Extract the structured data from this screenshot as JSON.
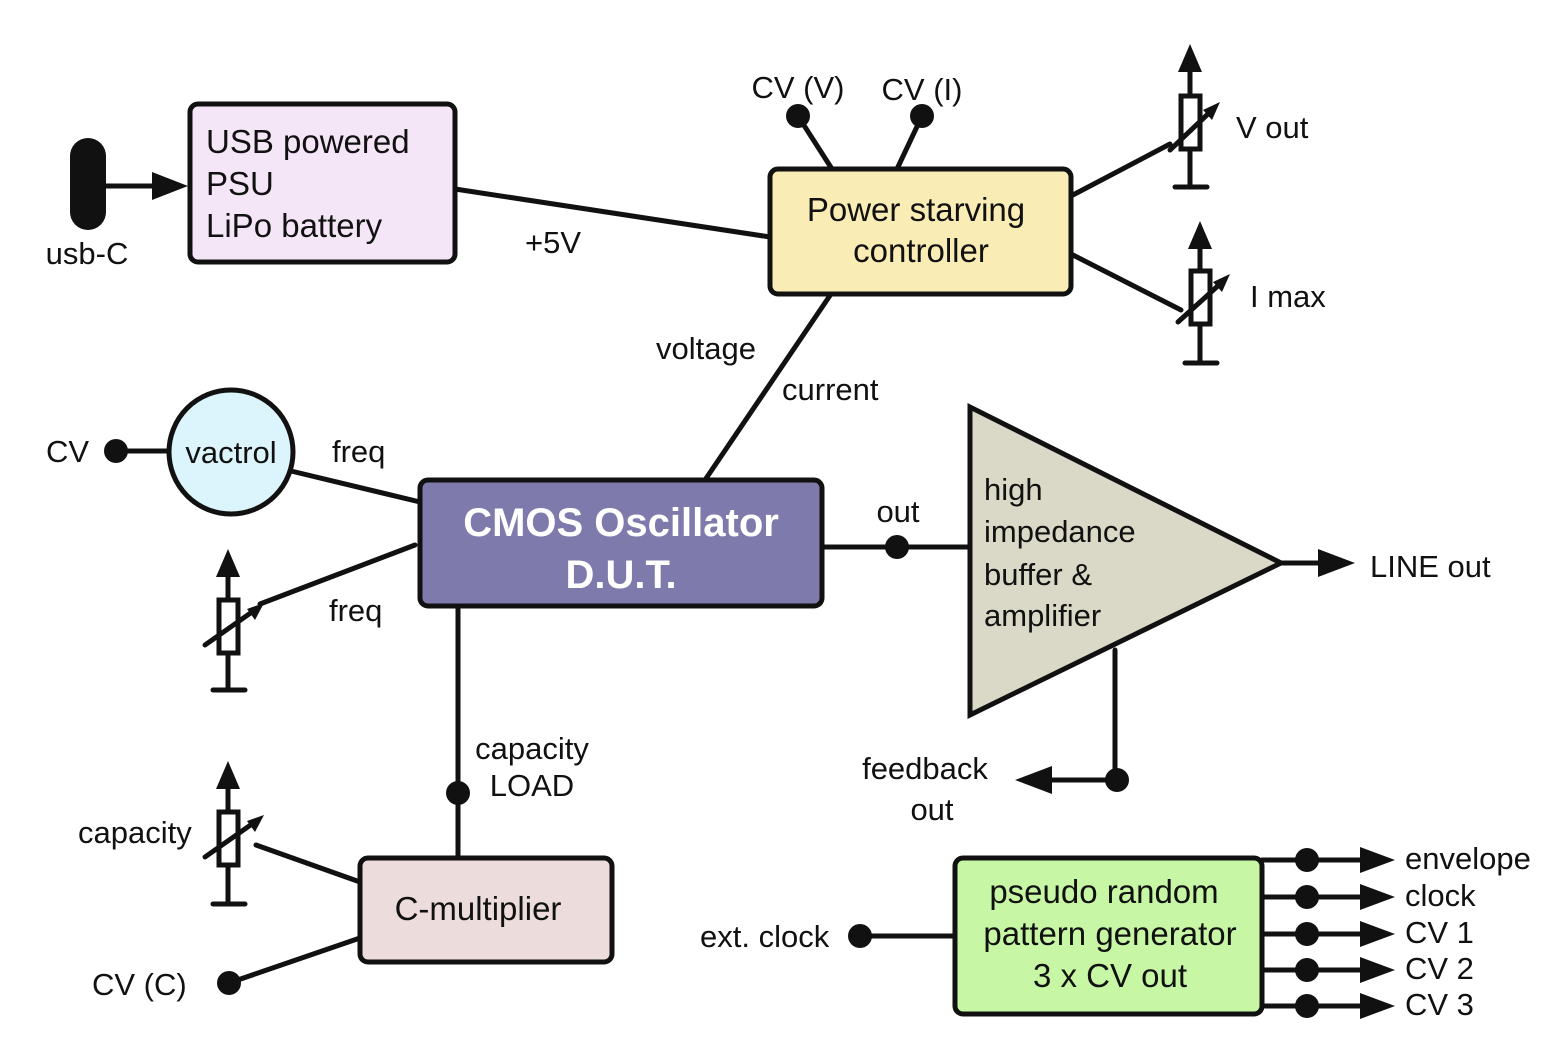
{
  "colors": {
    "psu_fill": "#f4e6f7",
    "controller_fill": "#f9ecb5",
    "dut_fill": "#7f7aac",
    "vactrol_fill": "#dcf4fb",
    "buffer_fill": "#dad8c6",
    "cmult_fill": "#ecdcdc",
    "prng_fill": "#c7f7a5",
    "line": "#111111"
  },
  "usb": {
    "label": "usb-C",
    "icon": "usb-c-connector-icon"
  },
  "psu": {
    "line1": "USB powered",
    "line2": "PSU",
    "line3": "LiPo battery"
  },
  "rail_label": "+5V",
  "controller": {
    "line1": "Power starving",
    "line2": "controller",
    "cv_v": "CV (V)",
    "cv_i": "CV (I)",
    "vout": "V out",
    "imax": "I max"
  },
  "supply_labels": {
    "voltage": "voltage",
    "current": "current"
  },
  "vactrol": {
    "label": "vactrol",
    "cv": "CV",
    "freq": "freq"
  },
  "freq_pot_label": "freq",
  "dut": {
    "line1": "CMOS Oscillator",
    "line2": "D.U.T."
  },
  "out_label": "out",
  "buffer": {
    "line1": "high",
    "line2": "impedance",
    "line3": "buffer &",
    "line4": "amplifier"
  },
  "line_out": "LINE out",
  "feedback": {
    "line1": "feedback",
    "line2": "out"
  },
  "load": {
    "line1": "capacity",
    "line2": "LOAD"
  },
  "cmult": {
    "label": "C-multiplier",
    "pot_label": "capacity",
    "cv": "CV (C)"
  },
  "prng": {
    "line1": "pseudo random",
    "line2": "pattern generator",
    "line3": "3 x  CV out",
    "ext_clock": "ext. clock",
    "outputs": [
      "envelope",
      "clock",
      "CV 1",
      "CV 2",
      "CV 3"
    ]
  }
}
